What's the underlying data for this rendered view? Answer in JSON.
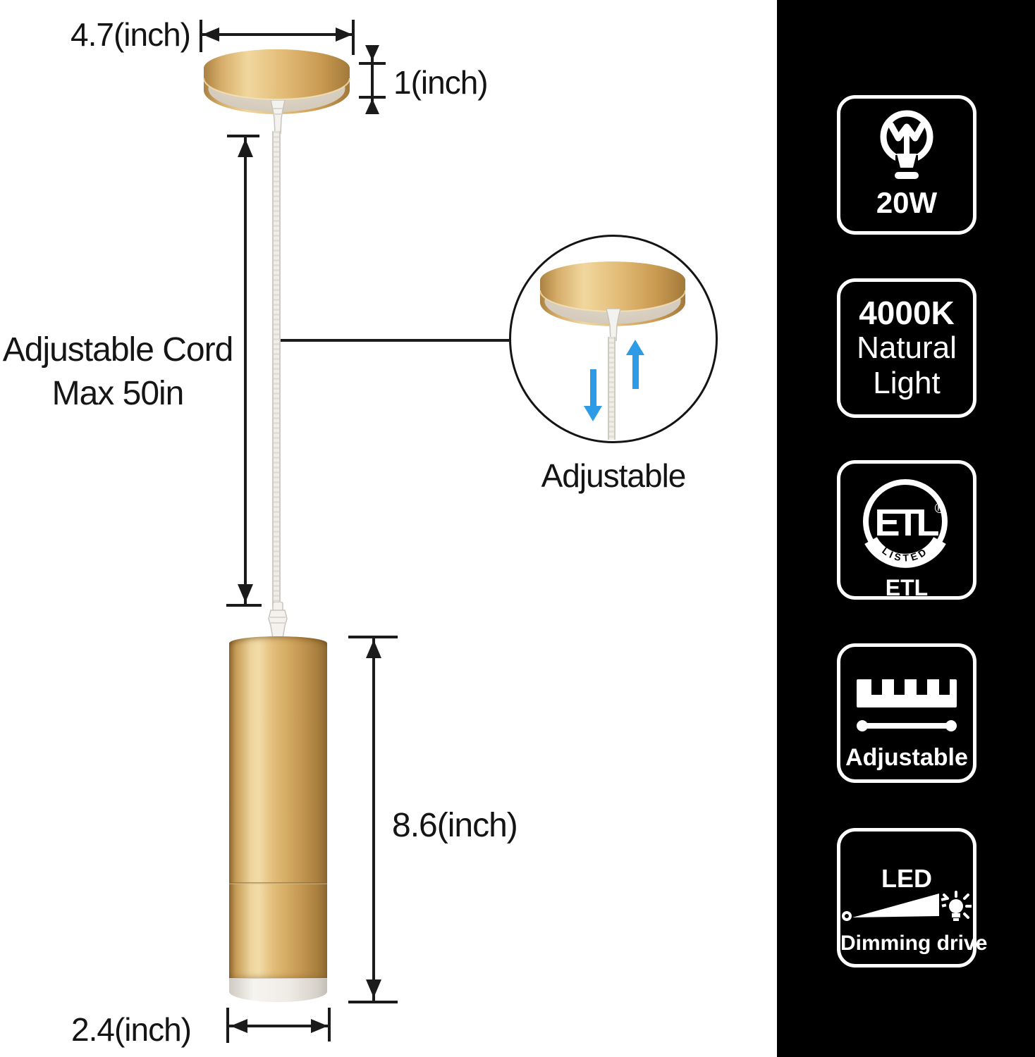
{
  "diagram": {
    "canopy_width_label": "4.7(inch)",
    "canopy_height_label": "1(inch)",
    "cord_label_line1": "Adjustable Cord",
    "cord_label_line2": "Max 50in",
    "pendant_height_label": "8.6(inch)",
    "pendant_width_label": "2.4(inch)",
    "inset_caption": "Adjustable"
  },
  "feature_panel": {
    "badges": [
      {
        "name": "wattage",
        "label": "20W"
      },
      {
        "name": "color-temperature",
        "line1": "4000K",
        "line2": "Natural",
        "line3": "Light"
      },
      {
        "name": "etl-certification",
        "logo_text": "ETL",
        "listed_text": "LISTED",
        "registered_mark": "®",
        "label": "ETL"
      },
      {
        "name": "adjustable-height",
        "label": "Adjustable"
      },
      {
        "name": "led-dimming",
        "title": "LED",
        "label": "Dimming drive"
      }
    ]
  },
  "colors": {
    "gold_main": "#d9ae6a",
    "gold_highlight": "#f2dca8",
    "gold_shadow": "#8f6a33",
    "underside_beige": "#d3c9ba",
    "arrow_blue": "#2e9be6",
    "panel_background": "#000000",
    "badge_foreground": "#ffffff",
    "line_color": "#1b1b1b",
    "background": "#ffffff"
  }
}
